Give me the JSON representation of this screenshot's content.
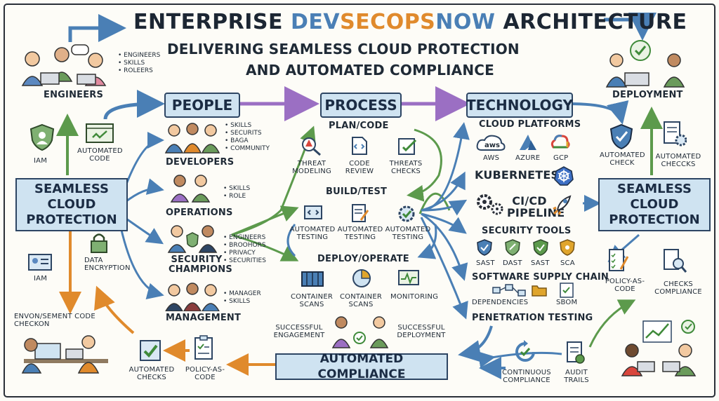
{
  "title": {
    "part1": "Enterprise ",
    "dev": "Dev",
    "sec": "SecOps",
    "now": "Now",
    "part2": " Architecture",
    "subtitle1": "Delivering Seamless Cloud Protection",
    "subtitle2": "and Automated Compliance"
  },
  "colors": {
    "blue": "#4a7fb5",
    "orange": "#e08a2c",
    "green": "#5c9a4c",
    "box": "#cfe3f1",
    "ink": "#1f2a36"
  },
  "left": {
    "engineers": {
      "label": "Engineers",
      "bullets": [
        "Engineers",
        "Skills",
        "Roleers"
      ]
    },
    "iam": "IAM",
    "automated_code": "Automated Code",
    "banner": "Seamless Cloud Protection",
    "iam2": "IAM",
    "data_encryption": "Data Encryption",
    "env": "Envon/Sement Code Checkon",
    "automated_checks": "Automated Checks",
    "policy_as_code": "Policy-as-Code"
  },
  "people": {
    "header": "People",
    "groups": [
      {
        "label": "Developers",
        "bullets": [
          "Skills",
          "Securits",
          "Baga",
          "Community"
        ]
      },
      {
        "label": "Operations",
        "bullets": [
          "Skills",
          "Role"
        ]
      },
      {
        "label": "Security Champions",
        "bullets": [
          "Engineers",
          "Broohors",
          "Privacy",
          "Securities"
        ]
      },
      {
        "label": "Management",
        "bullets": [
          "Manager",
          "Skills"
        ]
      }
    ]
  },
  "process": {
    "header": "Process",
    "plan": {
      "label": "Plan/Code",
      "steps": [
        "Threat Modeling",
        "Code Review",
        "Threats Checks"
      ]
    },
    "build": {
      "label": "Build/Test",
      "steps": [
        "Automated Testing",
        "Automated Testing",
        "Automated Testing"
      ]
    },
    "deploy": {
      "label": "Deploy/Operate",
      "steps": [
        "Container Scans",
        "Container Scans",
        "Monitoring"
      ]
    },
    "engagement": "Successful Engagement",
    "deployment": "Successful Deployment"
  },
  "technology": {
    "header": "Technology",
    "cloud": {
      "label": "Cloud Platforms",
      "items": [
        "AWS",
        "Azure",
        "GCP"
      ],
      "logo_aws": "aws"
    },
    "kubernetes": "Kubernetes",
    "cicd": "CI/CD Pipeline",
    "security": {
      "label": "Security Tools",
      "items": [
        "SAST",
        "DAST",
        "SAST",
        "SCA"
      ]
    },
    "supply": {
      "label": "Software Supply Chain",
      "items": [
        "Dependencies",
        "SBOM"
      ]
    },
    "pentest": "Penetration Testing"
  },
  "right": {
    "deployment": "Deployment",
    "automated_check": "Automated Check",
    "automated_checks": "Automated Checcks",
    "banner": "Seamless Cloud Protection",
    "policy": "Policy-as-Code",
    "checks_compliance": "Checks Compliance",
    "continuous": "Continuous Compliance",
    "audit": "Audit Trails"
  },
  "bottom": {
    "banner": "Automated Compliance"
  }
}
